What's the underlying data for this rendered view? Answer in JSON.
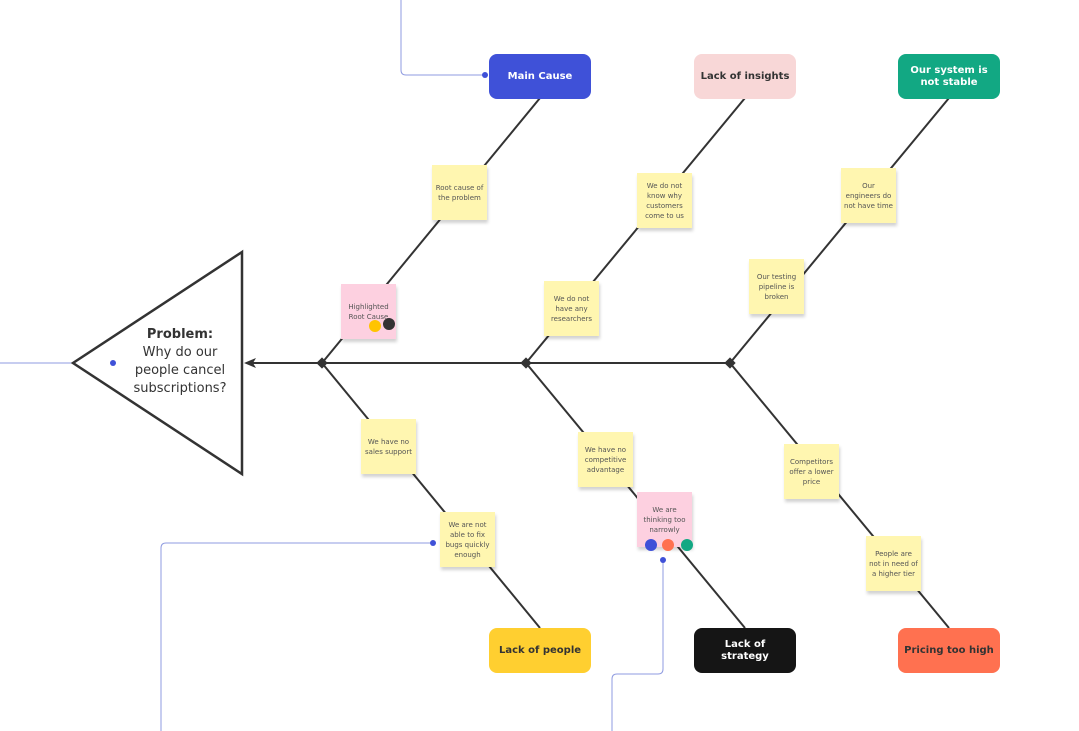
{
  "problem": {
    "title": "Problem:",
    "question": "Why do our people cancel subscriptions?"
  },
  "categories": {
    "main_cause": {
      "label": "Main Cause",
      "color": "#3f51d8",
      "text_color": "#ffffff"
    },
    "lack_of_insights": {
      "label": "Lack of insights",
      "color": "#f8d7d7",
      "text_color": "#333333"
    },
    "system_not_stable": {
      "label": "Our system is not stable",
      "color": "#12a883",
      "text_color": "#ffffff"
    },
    "lack_of_people": {
      "label": "Lack of people",
      "color": "#ffcf30",
      "text_color": "#333333"
    },
    "lack_of_strategy": {
      "label": "Lack of strategy",
      "color": "#151515",
      "text_color": "#ffffff"
    },
    "pricing_too_high": {
      "label": "Pricing too high",
      "color": "#ff7150",
      "text_color": "#333333"
    }
  },
  "stickies": {
    "root_cause": "Root cause of the problem",
    "highlighted_root_cause": "Highlighted Root Cause",
    "dont_know_why": "We do not know why customers come to us",
    "no_researchers": "We do not have any researchers",
    "engineers_no_time": "Our engineers do not have time",
    "testing_pipeline": "Our testing pipeline is broken",
    "no_sales_support": "We have no sales support",
    "not_able_fix_bugs": "We are not able to fix bugs quickly enough",
    "no_competitive_advantage": "We have no competitive advantage",
    "thinking_narrowly": "We are thinking too narrowly",
    "competitors_lower_price": "Competitors offer a lower price",
    "not_need_higher_tier": "People are not in need of a higher tier"
  },
  "colors": {
    "spine": "#333333",
    "connector": "#8f9be0",
    "accent_blue": "#3f51d8",
    "sticky_yellow": "#fff6b0",
    "sticky_pink": "#fdd0e0"
  },
  "vote_dots": {
    "highlighted_root_cause": [
      "#ffc400",
      "#333333"
    ],
    "thinking_narrowly": [
      "#3f51d8",
      "#ff7150",
      "#12a883"
    ]
  }
}
